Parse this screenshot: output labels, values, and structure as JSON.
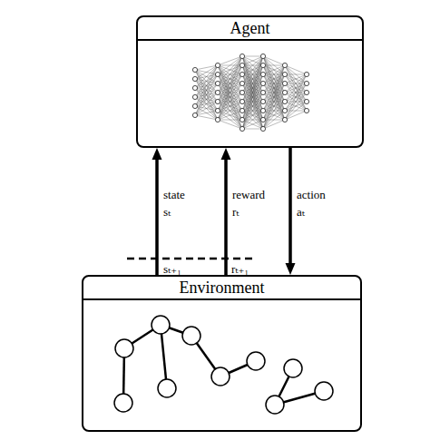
{
  "diagram": {
    "nodes": [
      {
        "text": [
          "Agent"
        ]
      },
      {
        "text": [
          "Environment"
        ]
      }
    ],
    "edges": [
      {
        "from": 1,
        "to": 0,
        "arrow": "to",
        "label": "state sₜ"
      },
      {
        "from": 1,
        "to": 0,
        "arrow": "to",
        "label": "reward rₜ"
      },
      {
        "from": 0,
        "to": 1,
        "arrow": "to",
        "label": "action aₜ"
      }
    ],
    "labels": [
      "sₜ₊₁",
      "rₜ₊₁"
    ]
  }
}
